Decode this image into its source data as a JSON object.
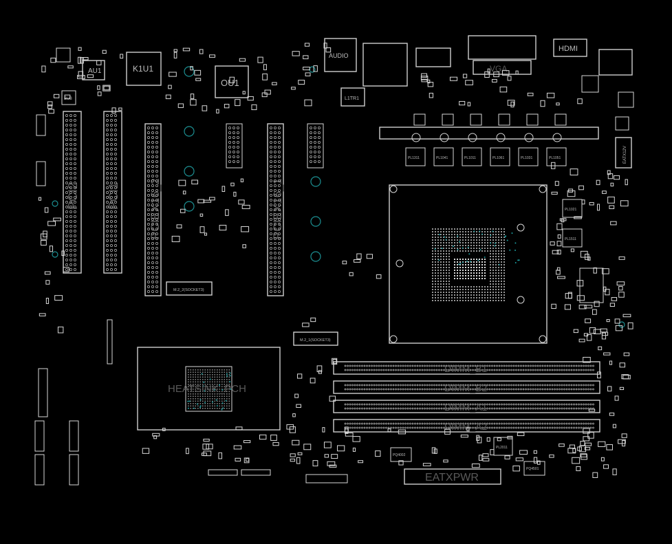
{
  "board": {
    "components": {
      "au1": "AU1",
      "k1u1": "K1U1",
      "ou1": "OU1",
      "bu3": "BU3",
      "audio": "AUDIO",
      "l1tr1": "L1TR1",
      "hdmi": "HDMI",
      "vga": "VGA",
      "eatx12v": "EATX12V",
      "eatxpwr": "EATXPWR",
      "heatsink_pch": "HEATSINK_PCH",
      "m2_2": "M.2_2(SOCKET3)",
      "m2_1": "M.2_1(SOCKET3)",
      "pl2011": "PL2011",
      "pq4002": "PQ4002",
      "pq4501": "PQ4501",
      "pl1021": "PL1021",
      "pl1511": "PL1511"
    },
    "slots": {
      "pci2": "PCI2",
      "pci1": "PCI1",
      "pciex16_2": "PCIEX16_2",
      "pciex16_1": "PCIEX16_1"
    },
    "dimms": [
      "DIMM_B1",
      "DIMM_B2",
      "DIMM_A1",
      "DIMM_A2"
    ],
    "vrm_inductors": [
      "PL1311",
      "PL1041",
      "PL1011",
      "PL1061",
      "PL1031",
      "PL1051"
    ],
    "colors": {
      "background": "#000000",
      "outline": "#d8d8d8",
      "highlight": "#1c9ea0"
    }
  }
}
